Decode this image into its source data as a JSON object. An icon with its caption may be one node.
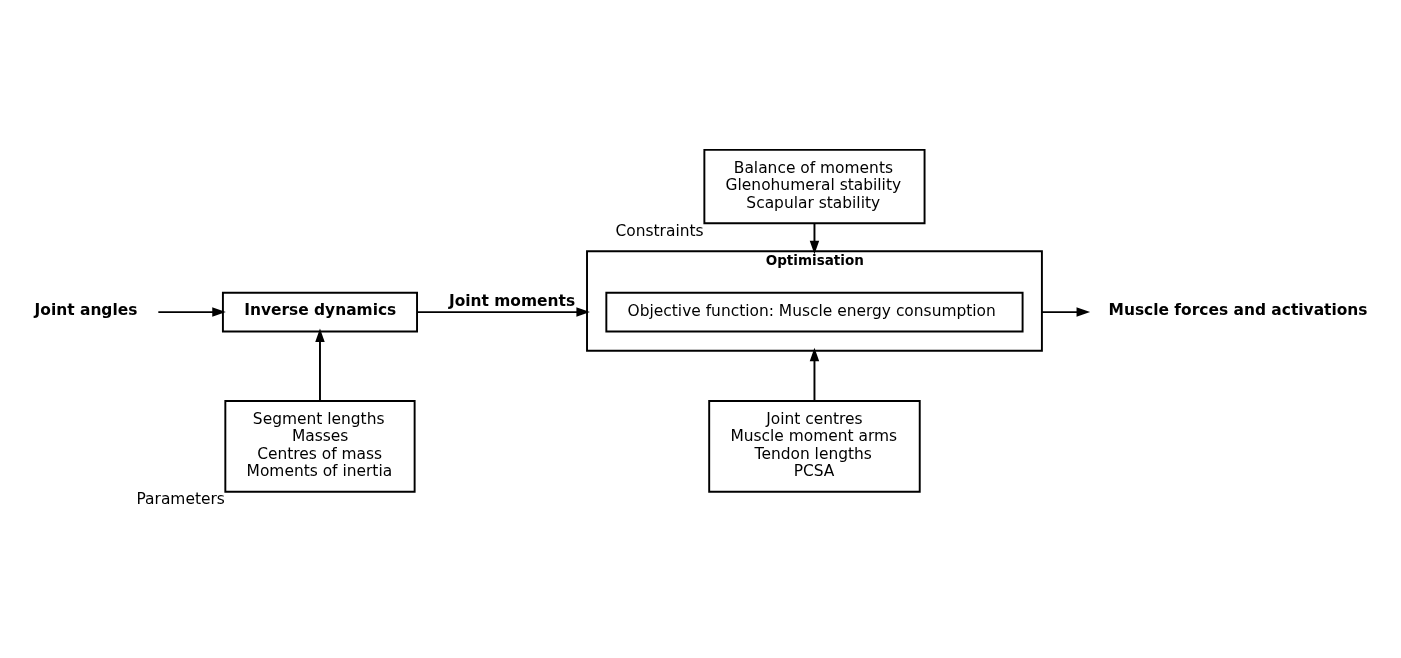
{
  "diagram": {
    "nodes": [
      {
        "text": [
          "Joint angles"
        ]
      },
      {
        "text": [
          "Inverse dynamics"
        ]
      },
      {
        "text": [
          "Segment lengths",
          "Masses",
          "Centres of mass",
          "Moments of inertia"
        ],
        "beside": [
          "Parameters"
        ]
      },
      {
        "text": [
          "Balance of moments",
          "Glenohumeral stability",
          "Scapular stability"
        ],
        "beside": [
          "Constraints"
        ]
      },
      {
        "text": [
          "Optimisation"
        ]
      },
      {
        "text": [
          "Objective function: Muscle energy consumption"
        ],
        "in": 4
      },
      {
        "text": [
          "Joint centres",
          "Muscle moment arms",
          "Tendon lengths",
          "PCSA"
        ]
      },
      {
        "text": [
          "Muscle forces and activations"
        ]
      }
    ],
    "edges": [
      {
        "from": 0,
        "to": 1,
        "arrow": "to"
      },
      {
        "from": 2,
        "to": 1,
        "arrow": "to"
      },
      {
        "from": 1,
        "to": 4,
        "arrow": "to",
        "label": "Joint moments"
      },
      {
        "from": 3,
        "to": 4,
        "arrow": "to"
      },
      {
        "from": 6,
        "to": 4,
        "arrow": "to"
      },
      {
        "from": 4,
        "to": 7,
        "arrow": "to"
      }
    ]
  }
}
